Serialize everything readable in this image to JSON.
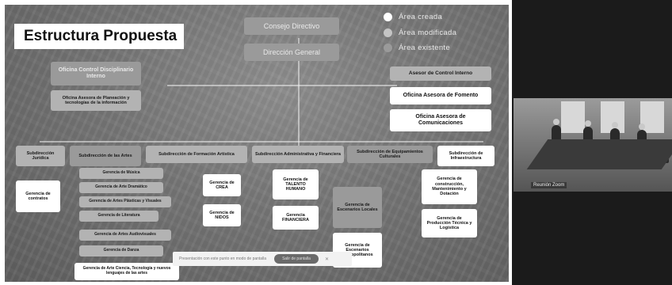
{
  "slide": {
    "title": "Estructura Propuesta",
    "legend": [
      {
        "label": "Área creada",
        "color": "#ffffff"
      },
      {
        "label": "Área modificada",
        "color": "#c4c4c4"
      },
      {
        "label": "Área existente",
        "color": "#9a9a9a"
      }
    ],
    "top": {
      "consejo": "Consejo Directivo",
      "direccion": "Dirección General"
    },
    "left_offices": {
      "control": "Oficina Control Disciplinario Interno",
      "planeacion": "Oficina Asesora de Planeación y tecnologías de la información"
    },
    "right_offices": {
      "asesor": "Asesor de Control Interno",
      "fomento": "Oficina Asesora de Fomento",
      "comunicaciones": "Oficina Asesora de Comunicaciones"
    },
    "subdirections": [
      "Subdirección Jurídica",
      "Subdirección de las Artes",
      "Subdirección de Formación Artística",
      "Subdirección Administrativa y Financiera",
      "Subdirección de Equipamientos Culturales",
      "Subdirección de Infraestructura"
    ],
    "juridica": [
      "Gerencia de contratos"
    ],
    "artes": [
      "Gerencia de Música",
      "Gerencia de Arte Dramático",
      "Gerencia de Artes Plásticas y Visuales",
      "Gerencia de Literatura",
      "Gerencia de Artes Audiovisuales",
      "Gerencia de Danza",
      "Gerencia de Arte Ciencia, Tecnología y nuevos lenguajes de las artes"
    ],
    "formacion": [
      "Gerencia de CREA",
      "Gerencia de NIDOS"
    ],
    "administrativa": [
      "Gerencia de TALENTO HUMANO",
      "Gerencia FINANCIERA"
    ],
    "equipamientos": [
      "Gerencia de Escenarios Locales",
      "Gerencia de Escenarios Metropolitanos"
    ],
    "infraestructura": [
      "Gerencia de construcción, Mantenimiento y Dotación",
      "Gerencia de Producción Técnica y Logística"
    ]
  },
  "caption_bar": {
    "message": "Presentación con este punto en modo de pantalla",
    "button": "Salir de pantalla",
    "close": "✕"
  },
  "video": {
    "participant_name": "Reunión Zoom"
  }
}
